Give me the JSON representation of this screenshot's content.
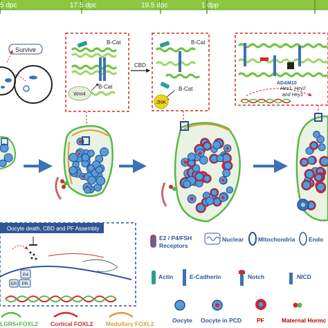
{
  "timeline": {
    "labels": [
      "5 dpc",
      "17.5 dpc",
      "19.5 dpc",
      "1 dpp"
    ]
  },
  "panel_left": {
    "survive_label": "Survive"
  },
  "panel_wnt": {
    "bcat_top": "B-Cat",
    "bcat_bottom": "B-Cat",
    "wnt4_label": "Wnt4"
  },
  "panel_cbd": {
    "arrow_label": "CBD",
    "bcat_top": "B-Cat",
    "bcat_bottom": "B-Cat",
    "jnk_label": "JNK"
  },
  "panel_notch": {
    "adam10_label": "ADAM10",
    "hes_line1": "Hes1, Hey2",
    "hes_line2": "and Hey1"
  },
  "hormone_box": {
    "banner": "Oocyte death, CBD and PF Assembly",
    "p4_label": "P4",
    "pr_label": "PR",
    "er_label": "ER"
  },
  "legend": {
    "receptors_line1": "E2 / P4/FSH",
    "receptors_line2": "Receptors",
    "nuclear": "Nuclear",
    "mitochondria": "Mitochondria",
    "endo": "Endo",
    "actin": "Actin",
    "ecadherin": "E-Cadherin",
    "notch": "Notch",
    "nicd": "NICD",
    "lgr5": "LGR5+FOXL2",
    "cortical": "Cortical FOXL2",
    "medullary": "Medullary FOXL2",
    "oocyte": "Oocyte",
    "oocyte_pcd": "Oocyte in PCD",
    "pf": "PF",
    "maternal": "Maternal Hormc"
  },
  "colors": {
    "timeline_green": "#8dc63f",
    "oocyte_blue": "#5b9bd5",
    "dark_blue": "#1f4e99",
    "pf_red": "#e0202a",
    "cortical_red": "#d62728",
    "medullary_orange": "#e39a2d",
    "lgr5_green": "#57b847",
    "dash_red": "#d9262b",
    "arrow_blue": "#3d72b4",
    "banner_blue": "#2f5597",
    "jnk_yellow": "#f2cf1a",
    "receptor_pink": "#c9628a"
  }
}
